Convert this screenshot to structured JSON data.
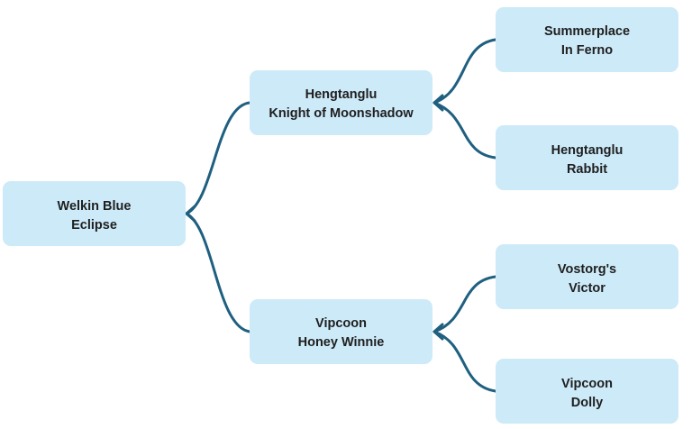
{
  "theme": {
    "node_fill": "#cdeaf8",
    "connector_color": "#1f5f80",
    "text_color": "#1f1f1f"
  },
  "tree": {
    "root": {
      "lines": [
        "Welkin Blue",
        "Eclipse"
      ]
    },
    "sire": {
      "lines": [
        "Hengtanglu",
        "Knight of Moonshadow"
      ]
    },
    "dam": {
      "lines": [
        "Vipcoon",
        "Honey Winnie"
      ]
    },
    "sire_sire": {
      "lines": [
        "Summerplace",
        "In Ferno"
      ]
    },
    "sire_dam": {
      "lines": [
        "Hengtanglu",
        "Rabbit"
      ]
    },
    "dam_sire": {
      "lines": [
        "Vostorg's",
        "Victor"
      ]
    },
    "dam_dam": {
      "lines": [
        "Vipcoon",
        "Dolly"
      ]
    }
  }
}
